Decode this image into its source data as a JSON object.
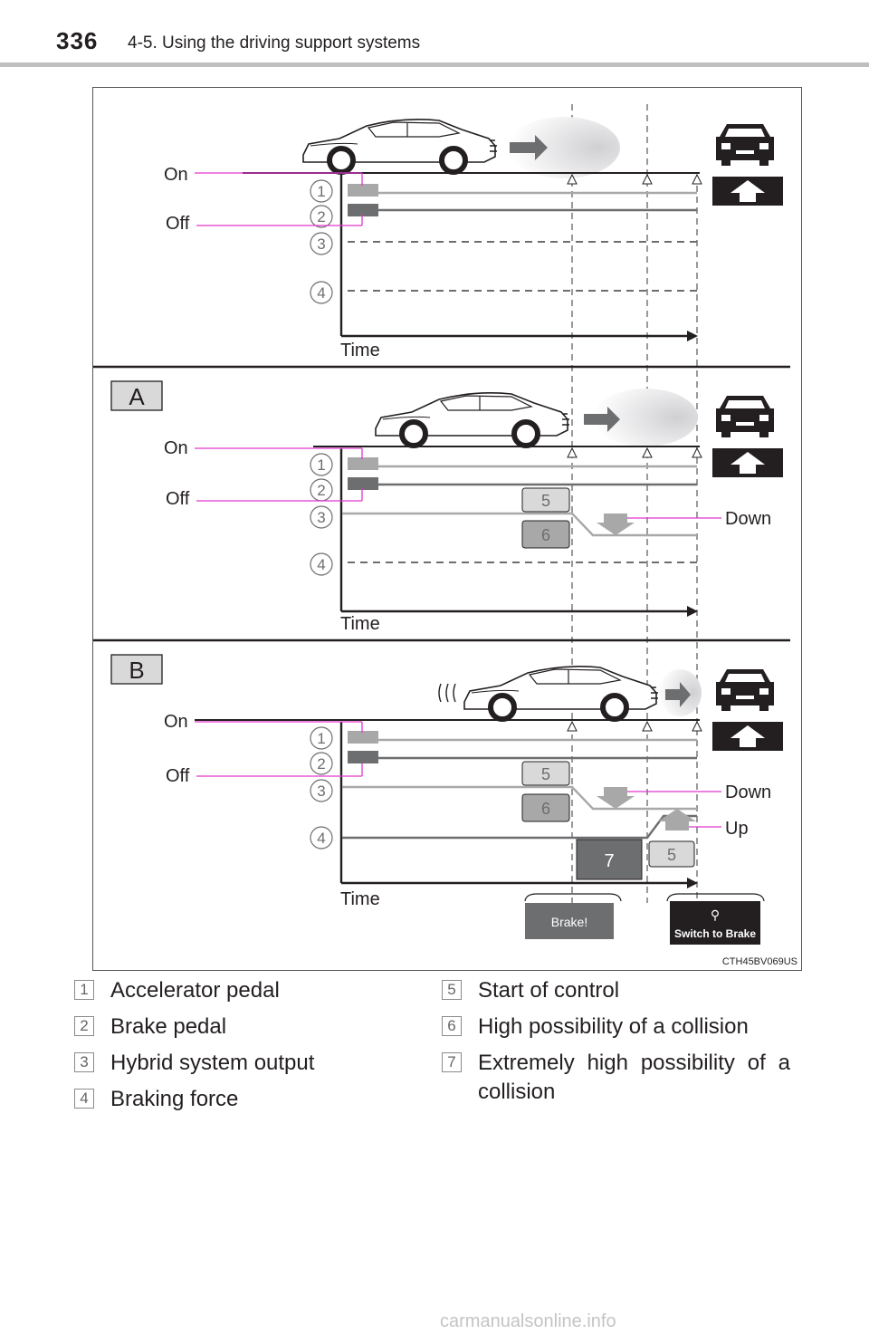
{
  "header": {
    "page_number": "336",
    "section_title": "4-5. Using the driving support systems"
  },
  "figure": {
    "label_on": "On",
    "label_off": "Off",
    "label_time": "Time",
    "label_down": "Down",
    "label_up": "Up",
    "panel_a": "A",
    "panel_b": "B",
    "brake_screen": "Brake!",
    "switch_screen": "Switch to Brake",
    "code": "CTH45BV069US",
    "row_numbers": [
      "1",
      "2",
      "3",
      "4"
    ],
    "num_5": "5",
    "num_6": "6",
    "num_7": "7"
  },
  "legend": {
    "items": [
      {
        "num": "1",
        "text": "Accelerator pedal"
      },
      {
        "num": "2",
        "text": "Brake pedal"
      },
      {
        "num": "3",
        "text": "Hybrid system output"
      },
      {
        "num": "4",
        "text": "Braking force"
      },
      {
        "num": "5",
        "text": "Start of control"
      },
      {
        "num": "6",
        "text": "High possibility of a collision"
      },
      {
        "num": "7",
        "text": "Extremely high possibility of a collision"
      }
    ]
  },
  "footer": {
    "watermark": "carmanualsonline.info"
  },
  "colors": {
    "magenta": "#e236ce",
    "gray_light": "#a8a8a9",
    "gray_dark": "#6d6e70",
    "black": "#231f20"
  }
}
